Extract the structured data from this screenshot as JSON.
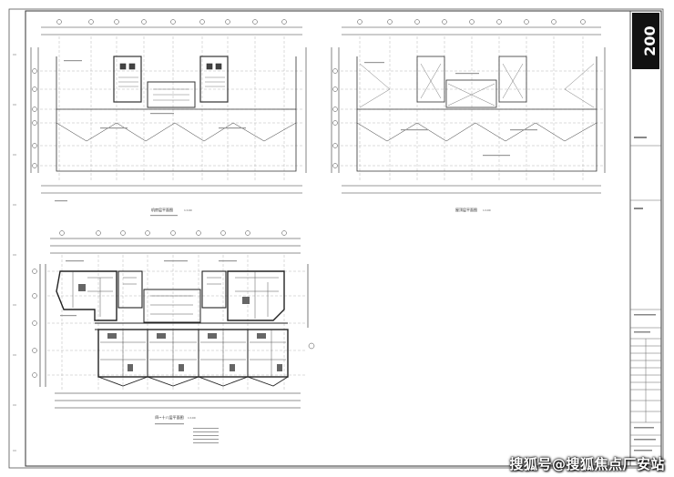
{
  "sheet": {
    "title_block_logo": "200"
  },
  "plans": [
    {
      "key": "roof_machine",
      "caption": "机房层平面图",
      "scale": "1:100"
    },
    {
      "key": "roof",
      "caption": "屋顶层平面图",
      "scale": "1:100"
    },
    {
      "key": "typical",
      "caption": "四~十八层平面图",
      "scale": "1:100"
    }
  ],
  "watermark": "搜狐号@搜狐焦点厂安站"
}
